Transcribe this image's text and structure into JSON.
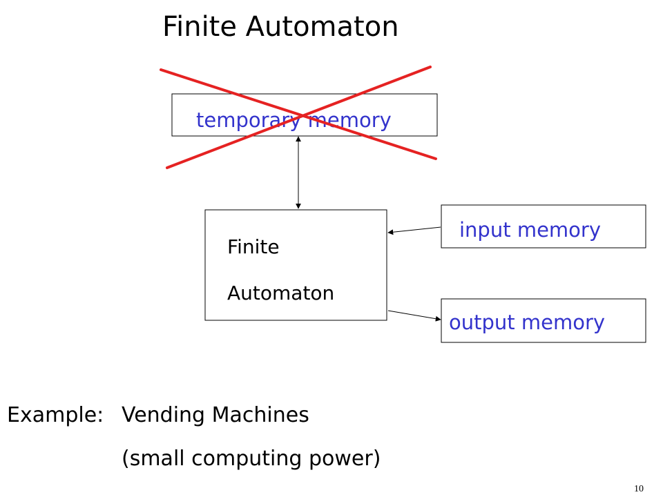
{
  "title": "Finite Automaton",
  "diagram": {
    "temporary_memory": {
      "label": "temporary memory",
      "crossed_out": true
    },
    "finite_automaton": {
      "line1": "Finite",
      "line2": "Automaton"
    },
    "input_memory": {
      "label": "input memory"
    },
    "output_memory": {
      "label": "output memory"
    }
  },
  "example": {
    "prefix": "Example:",
    "line1": "Vending Machines",
    "line2": "(small computing power)"
  },
  "page_number": "10",
  "colors": {
    "memory_text": "#3333cc",
    "cross": "#e52222",
    "text": "#000000"
  }
}
